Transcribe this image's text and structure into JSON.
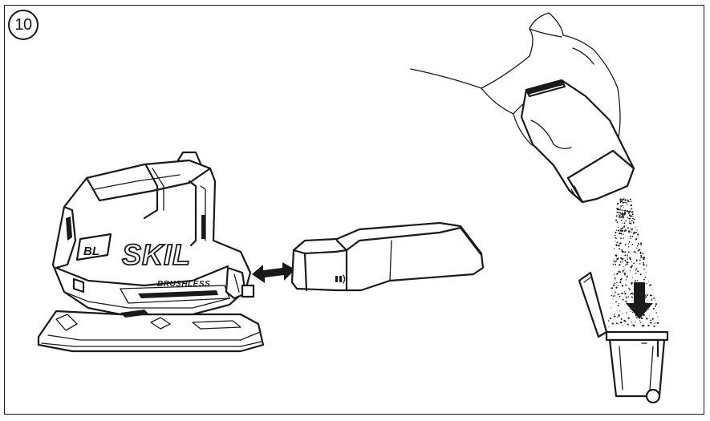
{
  "step": {
    "number": "10"
  },
  "tool": {
    "brand": "SKIL",
    "badge": "BL",
    "subtitle": "BRUSHLESS"
  },
  "colors": {
    "ink": "#1a1a1a",
    "background": "#ffffff"
  },
  "icons": [
    "double-arrow-icon",
    "down-arrow-icon",
    "trash-bin-icon"
  ]
}
